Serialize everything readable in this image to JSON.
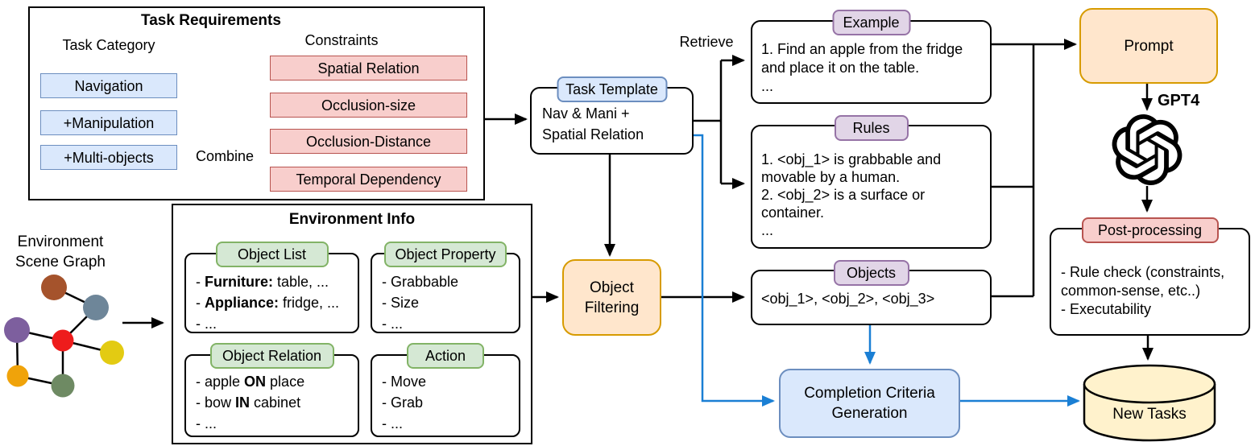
{
  "colors": {
    "blue_fill": "#DAE8FC",
    "blue_border": "#6C8EBF",
    "red_fill": "#F8CECC",
    "red_border": "#B85450",
    "green_fill": "#D5E8D4",
    "green_border": "#82B366",
    "purple_fill": "#E1D5E7",
    "purple_border": "#9673A6",
    "orange_fill": "#FFE6CC",
    "orange_border": "#D79B00",
    "cylinder_fill": "#FFF2CC",
    "arrow_black": "#000000",
    "arrow_blue": "#1A7FD4"
  },
  "task_requirements": {
    "title": "Task Requirements",
    "task_category_label": "Task Category",
    "categories": [
      "Navigation",
      "+Manipulation",
      "+Multi-objects"
    ],
    "combine_label": "Combine",
    "constraints_label": "Constraints",
    "constraints": [
      "Spatial Relation",
      "Occlusion-size",
      "Occlusion-Distance",
      "Temporal Dependency"
    ]
  },
  "scene_graph": {
    "label_line1": "Environment",
    "label_line2": "Scene Graph",
    "node_colors": [
      "#A5532C",
      "#6E8699",
      "#7D5F9E",
      "#EE1C1C",
      "#E3CB12",
      "#F0A30A",
      "#6E8A63"
    ]
  },
  "environment_info": {
    "title": "Environment Info",
    "object_list": {
      "tab": "Object List",
      "lines": [
        [
          {
            "t": "- "
          },
          {
            "t": "Furniture:",
            "b": 1
          },
          {
            "t": " table, ..."
          }
        ],
        [
          {
            "t": "- "
          },
          {
            "t": "Appliance:",
            "b": 1
          },
          {
            "t": " fridge, ..."
          }
        ],
        [
          {
            "t": "- ..."
          }
        ]
      ]
    },
    "object_property": {
      "tab": "Object Property",
      "lines": [
        [
          {
            "t": "- Grabbable"
          }
        ],
        [
          {
            "t": "- Size"
          }
        ],
        [
          {
            "t": "- ..."
          }
        ]
      ]
    },
    "object_relation": {
      "tab": "Object Relation",
      "lines": [
        [
          {
            "t": "- apple "
          },
          {
            "t": "ON",
            "b": 1
          },
          {
            "t": " place"
          }
        ],
        [
          {
            "t": "- bow "
          },
          {
            "t": "IN",
            "b": 1
          },
          {
            "t": " cabinet"
          }
        ],
        [
          {
            "t": "- ..."
          }
        ]
      ]
    },
    "action": {
      "tab": "Action",
      "lines": [
        [
          {
            "t": "- Move"
          }
        ],
        [
          {
            "t": "- Grab"
          }
        ],
        [
          {
            "t": "- ..."
          }
        ]
      ]
    }
  },
  "task_template": {
    "tab": "Task Template",
    "line1": "Nav & Mani +",
    "line2": "Spatial Relation"
  },
  "object_filtering": {
    "line1": "Object",
    "line2": "Filtering"
  },
  "retrieve_label": "Retrieve",
  "example": {
    "tab": "Example",
    "lines": [
      "1. Find an apple from the fridge",
      "and place it on the table.",
      "..."
    ]
  },
  "rules": {
    "tab": "Rules",
    "lines": [
      "1. <obj_1> is grabbable and",
      "movable by a human.",
      "2. <obj_2> is a surface or",
      "container.",
      "..."
    ]
  },
  "objects": {
    "tab": "Objects",
    "line": "<obj_1>, <obj_2>, <obj_3>"
  },
  "prompt": {
    "label": "Prompt"
  },
  "gpt4_label": "GPT4",
  "post_processing": {
    "tab": "Post-processing",
    "lines": [
      "- Rule check (constraints,",
      "common-sense, etc..)",
      "- Executability"
    ]
  },
  "completion_criteria": {
    "line1": "Completion Criteria",
    "line2": "Generation"
  },
  "new_tasks": {
    "label": "New Tasks"
  }
}
